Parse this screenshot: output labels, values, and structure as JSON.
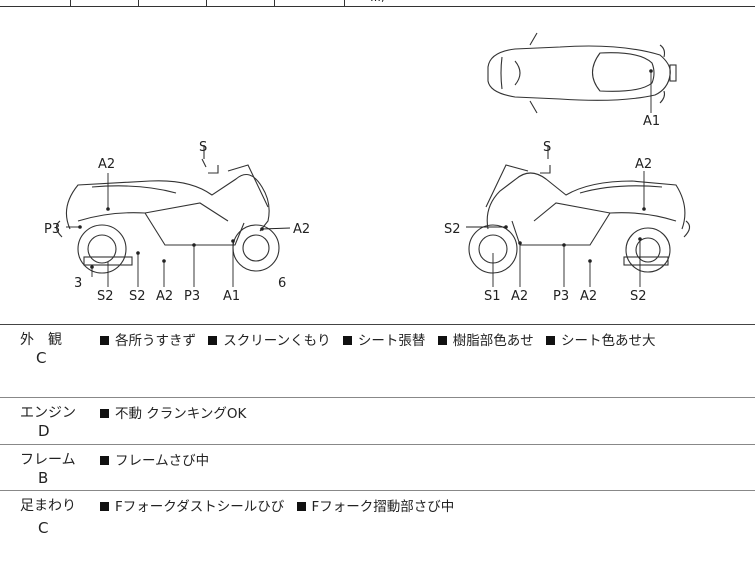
{
  "top_fragment": "…,",
  "diagram": {
    "top_view_labels": [
      "A1"
    ],
    "left_view": {
      "top": [
        "S",
        "A2"
      ],
      "side": [
        "P3",
        "A2"
      ],
      "bottom": [
        "3",
        "S2",
        "S2",
        "A2",
        "P3",
        "A1",
        "6"
      ]
    },
    "right_view": {
      "top": [
        "S",
        "A2"
      ],
      "side": [
        "S2"
      ],
      "bottom": [
        "S1",
        "A2",
        "P3",
        "A2",
        "S2"
      ]
    }
  },
  "rows": [
    {
      "category": "外　観",
      "grade": "C",
      "items": [
        "各所うすきず",
        "スクリーンくもり",
        "シート張替",
        "樹脂部色あせ",
        "シート色あせ大"
      ]
    },
    {
      "category": "エンジン",
      "grade": "D",
      "items": [
        "不動 クランキングOK"
      ]
    },
    {
      "category": "フレーム",
      "grade": "B",
      "items": [
        "フレームさび中"
      ]
    },
    {
      "category": "足まわり",
      "grade": "C",
      "items": [
        "Fフォークダストシールひび",
        "Fフォーク摺動部さび中"
      ]
    }
  ]
}
